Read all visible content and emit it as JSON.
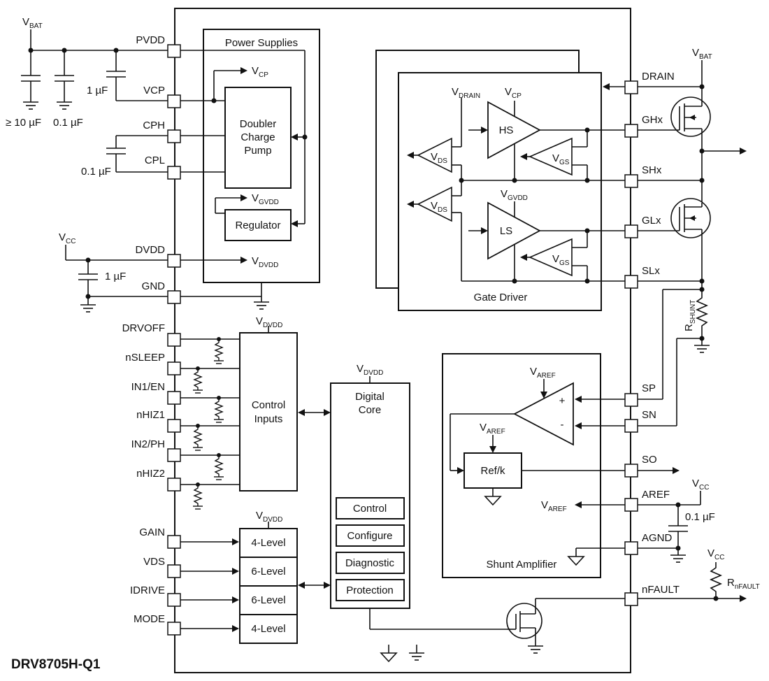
{
  "chip_name": "DRV8705H-Q1",
  "left_pins": {
    "pvdd": "PVDD",
    "vcp": "VCP",
    "cph": "CPH",
    "cpl": "CPL",
    "dvdd": "DVDD",
    "gnd": "GND",
    "drvoff": "DRVOFF",
    "nsleep": "nSLEEP",
    "in1": "IN1/EN",
    "nhiz1": "nHIZ1",
    "in2": "IN2/PH",
    "nhiz2": "nHIZ2",
    "gain": "GAIN",
    "vds": "VDS",
    "idrive": "IDRIVE",
    "mode": "MODE"
  },
  "right_pins": {
    "drain": "DRAIN",
    "ghx": "GHx",
    "shx": "SHx",
    "glx": "GLx",
    "slx": "SLx",
    "sp": "SP",
    "sn": "SN",
    "so": "SO",
    "aref": "AREF",
    "agnd": "AGND",
    "nfault": "nFAULT"
  },
  "external": {
    "cap_10u": "≥ 10 µF",
    "cap_01u_a": "0.1 µF",
    "cap_1u_vcp": "1 µF",
    "cap_01u_cp": "0.1 µF",
    "cap_1u_dvdd": "1 µF",
    "cap_01u_aref": "0.1 µF",
    "rshunt": "SHUNT",
    "rnfault": "nFAULT"
  },
  "blocks": {
    "power_supplies": "Power Supplies",
    "doubler_l1": "Doubler",
    "doubler_l2": "Charge",
    "doubler_l3": "Pump",
    "regulator": "Regulator",
    "control_inputs_l1": "Control",
    "control_inputs_l2": "Inputs",
    "digital_core_l1": "Digital",
    "digital_core_l2": "Core",
    "control": "Control",
    "configure": "Configure",
    "diagnostic": "Diagnostic",
    "protection": "Protection",
    "level_gain": "4-Level",
    "level_vds": "6-Level",
    "level_idrive": "6-Level",
    "level_mode": "4-Level",
    "gate_driver": "Gate Driver",
    "hs": "HS",
    "ls": "LS",
    "shunt_amplifier": "Shunt Amplifier",
    "ref_k": "Ref/k",
    "plus": "+",
    "minus": "-"
  },
  "signals": {
    "v": "V",
    "bat": "BAT",
    "cp": "CP",
    "gvdd": "GVDD",
    "cc": "CC",
    "dvdd": "DVDD",
    "drain": "DRAIN",
    "ds": "DS",
    "gs": "GS",
    "aref": "AREF",
    "r": "R"
  }
}
